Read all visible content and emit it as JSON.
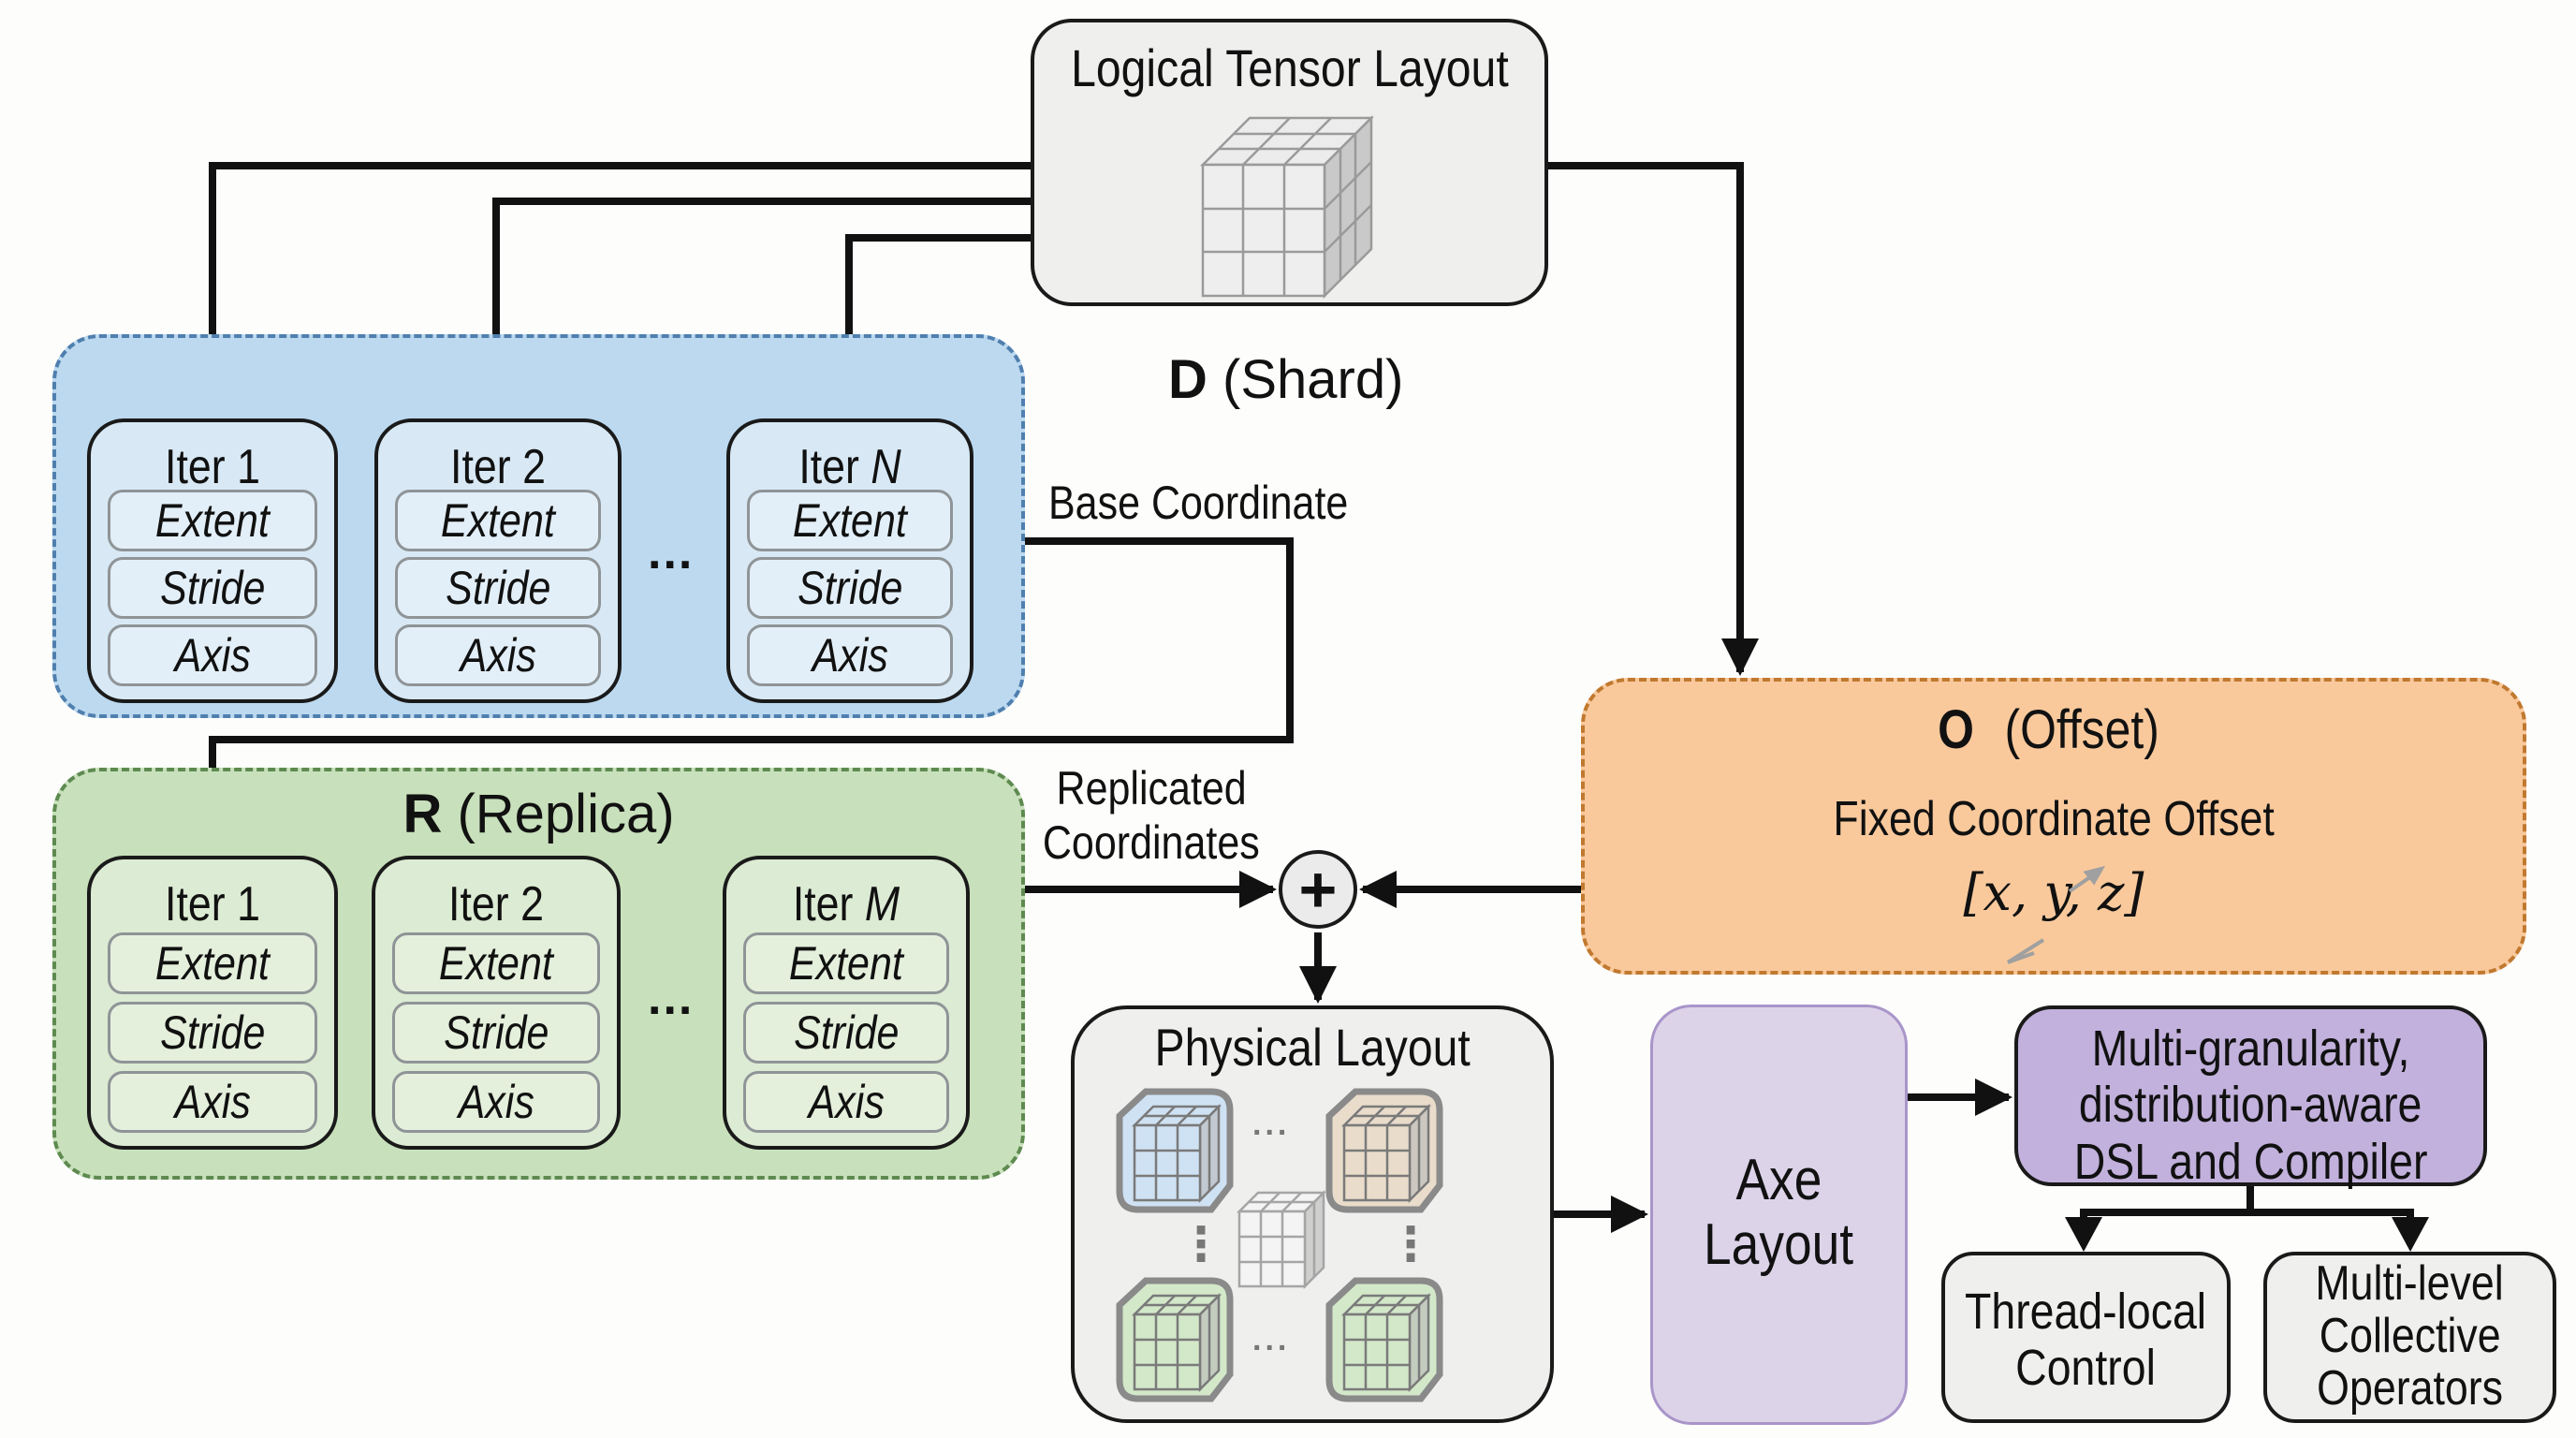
{
  "logical_tensor": {
    "title": "Logical Tensor Layout",
    "icon": "cube-3x3x3-icon"
  },
  "shard": {
    "symbol": "D",
    "name": "(Shard)",
    "color": "#bcd9ef",
    "iters": [
      {
        "label": "Iter 1",
        "prefix": "Iter",
        "index": "1",
        "index_italic": false,
        "fields": [
          "Extent",
          "Stride",
          "Axis"
        ]
      },
      {
        "label": "Iter 2",
        "prefix": "Iter",
        "index": "2",
        "index_italic": false,
        "fields": [
          "Extent",
          "Stride",
          "Axis"
        ]
      },
      {
        "label": "Iter N",
        "prefix": "Iter",
        "index": "N",
        "index_italic": true,
        "fields": [
          "Extent",
          "Stride",
          "Axis"
        ]
      }
    ],
    "ellipsis": "..."
  },
  "replica": {
    "symbol": "R",
    "name": "(Replica)",
    "color": "#c8e0bb",
    "iters": [
      {
        "label": "Iter 1",
        "prefix": "Iter",
        "index": "1",
        "index_italic": false,
        "fields": [
          "Extent",
          "Stride",
          "Axis"
        ]
      },
      {
        "label": "Iter 2",
        "prefix": "Iter",
        "index": "2",
        "index_italic": false,
        "fields": [
          "Extent",
          "Stride",
          "Axis"
        ]
      },
      {
        "label": "Iter M",
        "prefix": "Iter",
        "index": "M",
        "index_italic": true,
        "fields": [
          "Extent",
          "Stride",
          "Axis"
        ]
      }
    ],
    "ellipsis": "..."
  },
  "offset": {
    "symbol": "O",
    "name": "(Offset)",
    "subtitle": "Fixed Coordinate Offset",
    "vector": "[x, y, z]",
    "color": "#f9c99c"
  },
  "edge_labels": {
    "base_coordinate": "Base Coordinate",
    "replicated_line1": "Replicated",
    "replicated_line2": "Coordinates"
  },
  "adder": {
    "symbol": "+"
  },
  "physical_layout": {
    "title": "Physical Layout",
    "tiles": [
      {
        "name": "shard-tile",
        "color": "#cfe2f3"
      },
      {
        "name": "replica-tile-a",
        "color": "#e9dccb"
      },
      {
        "name": "replica-tile-b",
        "color": "#d3e8c9"
      },
      {
        "name": "replica-tile-c",
        "color": "#d3e8c9"
      }
    ],
    "ellipsis_h": "...",
    "ellipsis_v": "⋮"
  },
  "axe_layout": {
    "line1": "Axe",
    "line2": "Layout",
    "color": "#dcd3e9"
  },
  "dsl": {
    "line1": "Multi-granularity,",
    "line2": "distribution-aware",
    "line3": "DSL and Compiler",
    "color": "#c2b1dc"
  },
  "outputs": [
    {
      "line1": "Thread-local",
      "line2": "Control",
      "line3": ""
    },
    {
      "line1": "Multi-level",
      "line2": "Collective",
      "line3": "Operators"
    }
  ]
}
